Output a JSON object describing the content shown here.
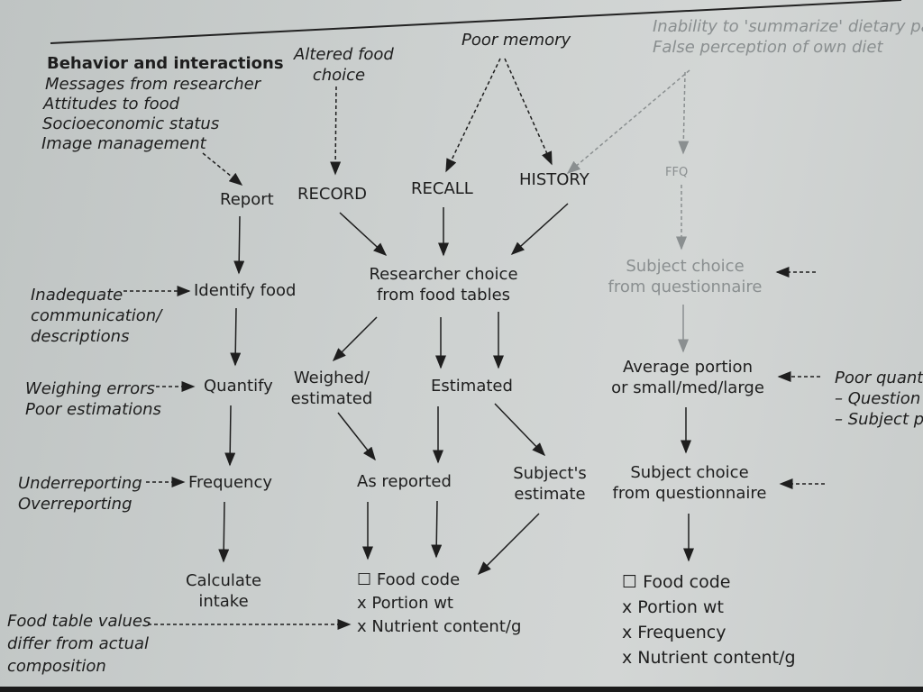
{
  "header": {
    "running_title": "230   Introduction to"
  },
  "diagram": {
    "influences": {
      "behavior_title": "Behavior and interactions",
      "behavior_items": [
        "Messages from researcher",
        "Attitudes to food",
        "Socioeconomic status",
        "Image management"
      ],
      "altered_food": [
        "Altered food",
        "choice"
      ],
      "poor_memory": "Poor memory",
      "inability": [
        "Inability to 'summarize' dietary patt",
        "False perception of own diet"
      ]
    },
    "methods": {
      "report": "Report",
      "record": "RECORD",
      "recall": "RECALL",
      "history": "HISTORY",
      "ffq": "FFQ"
    },
    "steps": {
      "identify_food": "Identify food",
      "quantify": "Quantify",
      "frequency": "Frequency",
      "calculate": [
        "Calculate",
        "intake"
      ],
      "researcher_choice": [
        "Researcher choice",
        "from food tables"
      ],
      "weighed": [
        "Weighed/",
        "estimated"
      ],
      "estimated": "Estimated",
      "as_reported": "As reported",
      "subjects_estimate": [
        "Subject's",
        "estimate"
      ],
      "subject_choice_1": [
        "Subject choice",
        "from questionnaire"
      ],
      "average_portion": [
        "Average portion",
        "or small/med/large"
      ],
      "subject_choice_2": [
        "Subject choice",
        "from questionnaire"
      ],
      "formula_1": [
        "☐ Food code",
        "x Portion wt",
        "x Nutrient content/g"
      ],
      "formula_2": [
        "☐ Food code",
        "x Portion wt",
        "x Frequency",
        "x Nutrient content/g"
      ]
    },
    "errors": {
      "inadequate": [
        "Inadequate",
        "communication/",
        "descriptions"
      ],
      "weighing": [
        "Weighing errors",
        "Poor estimations"
      ],
      "reporting": [
        "Underreporting",
        "Overreporting"
      ],
      "food_table": [
        "Food table values",
        "differ from actual",
        "composition"
      ],
      "poor_quanti": [
        "Poor quanti",
        "– Question",
        "– Subject p"
      ]
    }
  }
}
